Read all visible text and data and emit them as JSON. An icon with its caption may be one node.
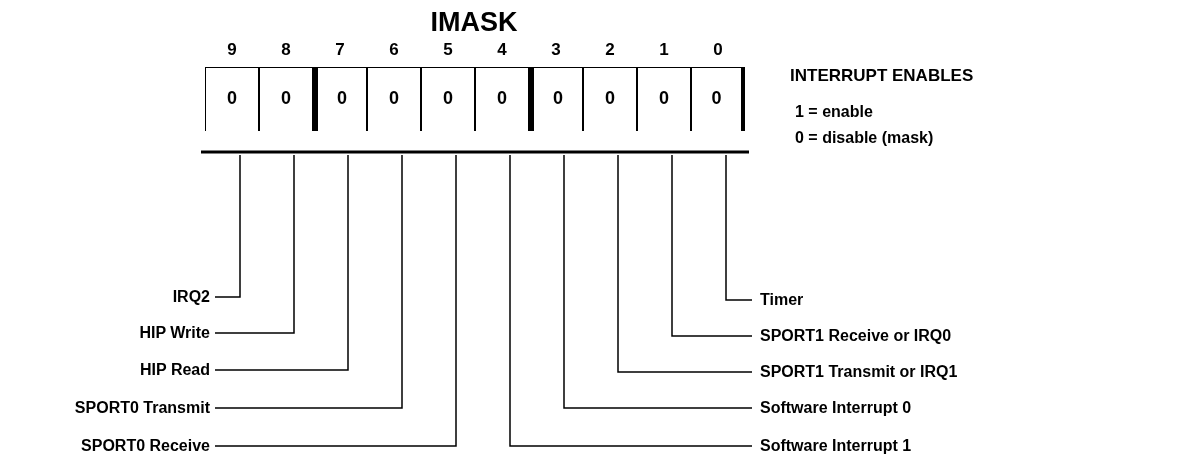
{
  "diagram": {
    "title": "IMASK",
    "nodes": [
      {
        "text": [
          "0"
        ],
        "beside": [
          "9"
        ]
      },
      {
        "text": [
          "0"
        ],
        "beside": [
          "8"
        ]
      },
      {
        "text": [
          "0"
        ],
        "beside": [
          "7"
        ]
      },
      {
        "text": [
          "0"
        ],
        "beside": [
          "6"
        ]
      },
      {
        "text": [
          "0"
        ],
        "beside": [
          "5"
        ]
      },
      {
        "text": [
          "0"
        ],
        "beside": [
          "4"
        ]
      },
      {
        "text": [
          "0"
        ],
        "beside": [
          "3"
        ]
      },
      {
        "text": [
          "0"
        ],
        "beside": [
          "2"
        ]
      },
      {
        "text": [
          "0"
        ],
        "beside": [
          "1"
        ]
      },
      {
        "text": [
          "0"
        ],
        "beside": [
          "0"
        ]
      },
      {
        "text": [
          "IRQ2"
        ]
      },
      {
        "text": [
          "Timer"
        ]
      },
      {
        "text": [
          "HIP Write"
        ]
      },
      {
        "text": [
          "SPORT1 Receive or IRQ0"
        ]
      },
      {
        "text": [
          "HIP Read"
        ]
      },
      {
        "text": [
          "SPORT1 Transmit or IRQ1"
        ]
      },
      {
        "text": [
          "SPORT0 Transmit"
        ]
      },
      {
        "text": [
          "Software Interrupt 0"
        ]
      },
      {
        "text": [
          "SPORT0 Receive"
        ]
      },
      {
        "text": [
          "Software Interrupt 1"
        ]
      }
    ],
    "edges": [
      {
        "from": 10,
        "to": 0,
        "arrow": "none"
      },
      {
        "from": 11,
        "to": 9,
        "arrow": "none"
      },
      {
        "from": 12,
        "to": 1,
        "arrow": "none"
      },
      {
        "from": 13,
        "to": 8,
        "arrow": "none"
      },
      {
        "from": 14,
        "to": 2,
        "arrow": "none"
      },
      {
        "from": 15,
        "to": 7,
        "arrow": "none"
      },
      {
        "from": 16,
        "to": 3,
        "arrow": "none"
      },
      {
        "from": 17,
        "to": 6,
        "arrow": "none"
      },
      {
        "from": 18,
        "to": 4,
        "arrow": "none"
      },
      {
        "from": 19,
        "to": 5,
        "arrow": "none"
      }
    ],
    "labels": [
      "INTERRUPT ENABLES",
      "1 = enable",
      "0 = disable (mask)"
    ]
  }
}
